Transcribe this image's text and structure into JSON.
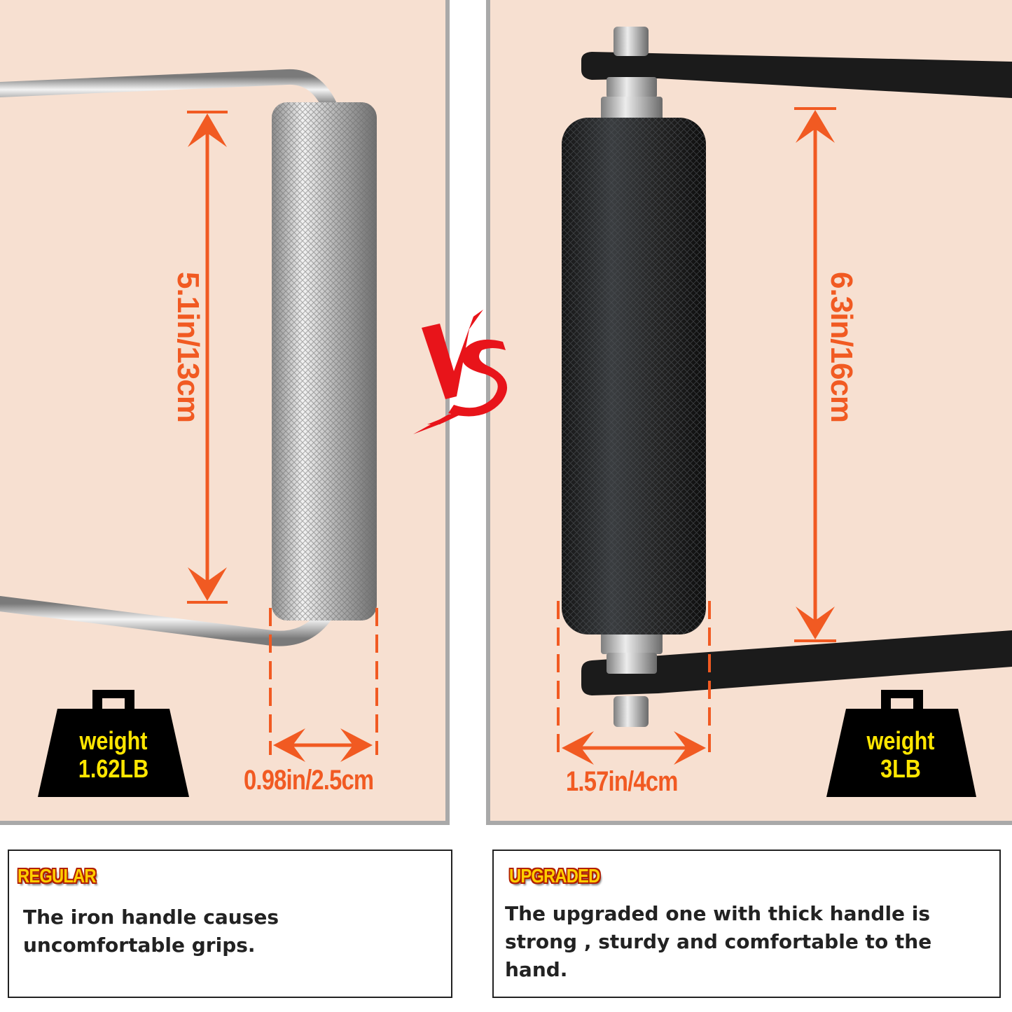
{
  "left": {
    "length_label": "5.1in/13cm",
    "width_label": "0.98in/2.5cm",
    "weight_label": "weight",
    "weight_value": "1.62LB"
  },
  "right": {
    "length_label": "6.3in/16cm",
    "width_label": "1.57in/4cm",
    "weight_label": "weight",
    "weight_value": "3LB"
  },
  "vs_text": "VS",
  "regular": {
    "badge": "REGULAR",
    "description": "The iron handle causes uncomfortable grips."
  },
  "upgraded": {
    "badge": "UPGRADED",
    "description": "The upgraded one with thick handle is strong , sturdy and comfortable to the hand."
  },
  "colors": {
    "accent": "#f15a22",
    "panel_bg": "#f7e0d1",
    "weight_text": "#ffe600",
    "vs": "#e8141a"
  }
}
